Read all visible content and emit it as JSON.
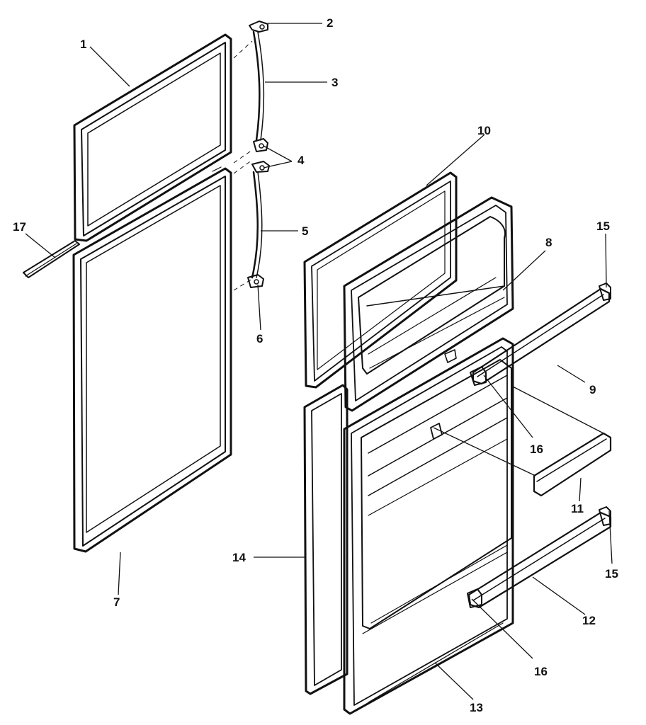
{
  "diagram": {
    "type": "exploded-parts-diagram",
    "ink_color": "#111111",
    "background_color": "#ffffff",
    "callouts": {
      "c1": "1",
      "c2": "2",
      "c3": "3",
      "c4": "4",
      "c5": "5",
      "c6": "6",
      "c7": "7",
      "c8": "8",
      "c9": "9",
      "c10": "10",
      "c11": "11",
      "c12": "12",
      "c13": "13",
      "c14": "14",
      "c15a": "15",
      "c15b": "15",
      "c16a": "16",
      "c16b": "16",
      "c17": "17"
    }
  }
}
